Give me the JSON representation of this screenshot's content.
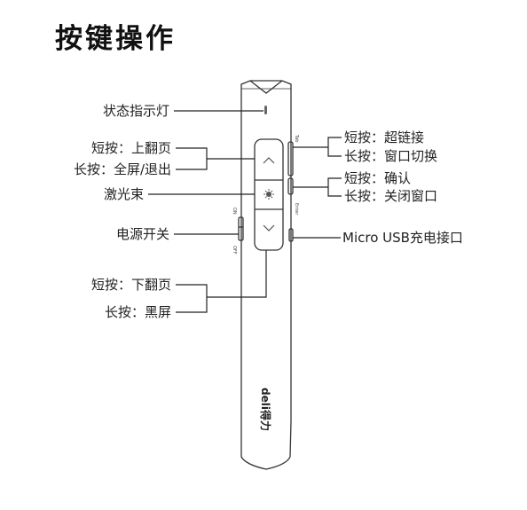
{
  "title": "按键操作",
  "left_labels": {
    "status_light": "状态指示灯",
    "up_short": "短按：上翻页",
    "up_long": "长按：全屏/退出",
    "laser": "激光束",
    "power_switch": "电源开关",
    "down_short": "短按：下翻页",
    "down_long": "长按：黑屏"
  },
  "right_labels": {
    "tab_short": "短按：超链接",
    "tab_long": "长按：窗口切换",
    "enter_short": "短按：确认",
    "enter_long": "长按：关闭窗口",
    "usb": "Micro USB充电接口"
  },
  "device": {
    "brand": "deli得力",
    "side_tab": "Tab",
    "side_enter": "Enter",
    "switch_on": "ON",
    "switch_off": "OFF"
  },
  "icons": [
    "chevron-up-icon",
    "laser-icon",
    "chevron-down-icon"
  ]
}
